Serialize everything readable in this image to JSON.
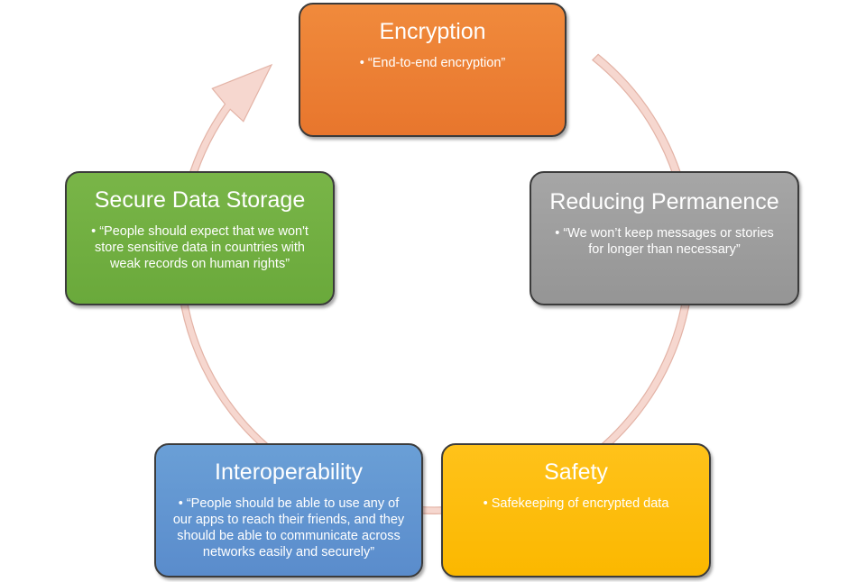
{
  "nodes": [
    {
      "title": "Encryption",
      "description": "“End-to-end encryption”"
    },
    {
      "title": "Reducing Permanence",
      "description": "“We won’t keep messages or stories for longer than necessary”"
    },
    {
      "title": "Safety",
      "description": "Safekeeping of encrypted data"
    },
    {
      "title": "Interoperability",
      "description": "“People should be able to use any of our apps to reach their friends, and they should be able to communicate across networks easily and securely”"
    },
    {
      "title": "Secure Data Storage",
      "description": "“People should expect that we won't store sensitive data in countries with weak records on human rights”"
    }
  ],
  "colors": {
    "encryption": "#ec7a30",
    "reducing_permanence": "#9e9e9e",
    "safety": "#fdbd0c",
    "interoperability": "#5f94d1",
    "secure_data_storage": "#70ad41",
    "cycle_arrow_fill": "#f6d7cf",
    "cycle_arrow_stroke": "#e3b3a6",
    "node_border": "#3b3b3b"
  }
}
